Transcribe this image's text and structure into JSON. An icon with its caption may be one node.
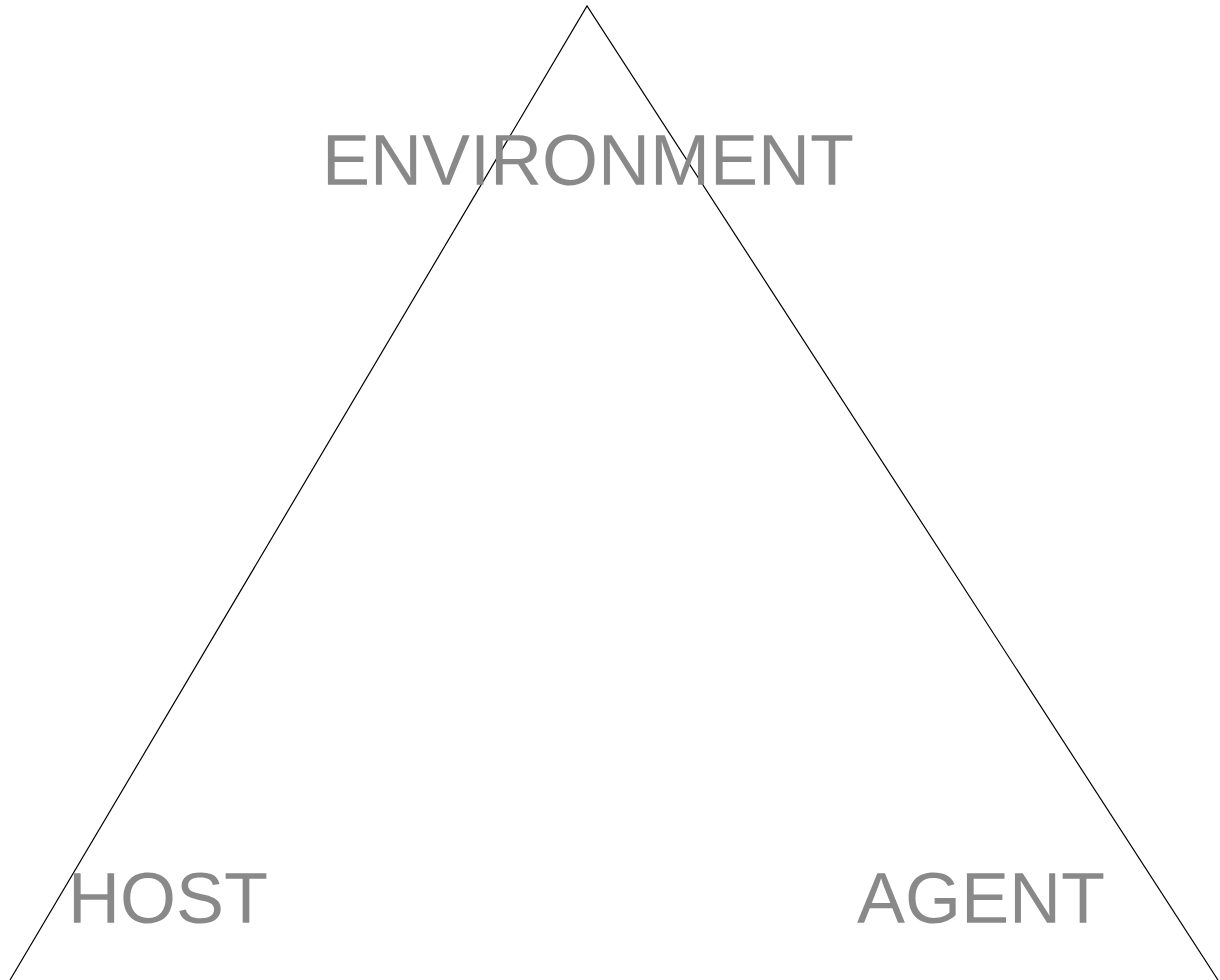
{
  "diagram": {
    "labels": [
      "ENVIRONMENT",
      "HOST",
      "AGENT"
    ]
  }
}
